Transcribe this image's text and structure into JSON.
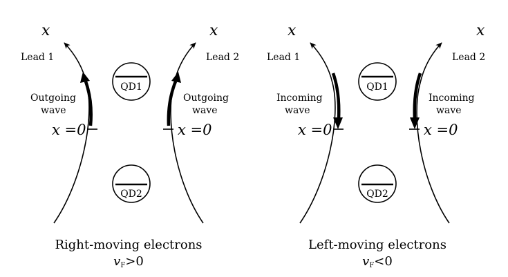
{
  "panels": [
    {
      "axis_top_left": "x",
      "axis_top_right": "x",
      "lead1": "Lead 1",
      "lead2": "Lead 2",
      "wave_left": [
        "Outgoing",
        "wave"
      ],
      "wave_right": [
        "Outgoing",
        "wave"
      ],
      "origin_left": "x =0",
      "origin_right": "x =0",
      "qd1": "QD1",
      "qd2": "QD2",
      "caption": "Right-moving electrons",
      "velocity_symbol": "v",
      "velocity_sub": "F",
      "velocity_rel": ">0"
    },
    {
      "axis_top_left": "x",
      "axis_top_right": "x",
      "lead1": "Lead 1",
      "lead2": "Lead 2",
      "wave_left": [
        "Incoming",
        "wave"
      ],
      "wave_right": [
        "Incoming",
        "wave"
      ],
      "origin_left": "x =0",
      "origin_right": "x =0",
      "qd1": "QD1",
      "qd2": "QD2",
      "caption": "Left-moving electrons",
      "velocity_symbol": "v",
      "velocity_sub": "F",
      "velocity_rel": "<0"
    }
  ]
}
